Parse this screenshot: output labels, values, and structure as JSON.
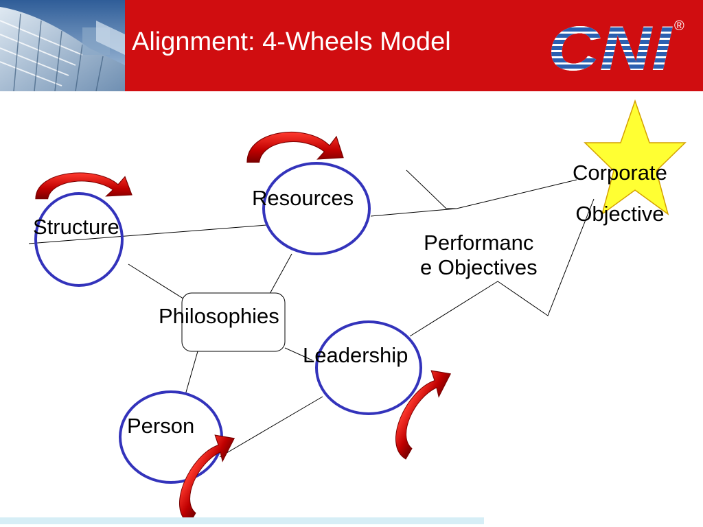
{
  "slide": {
    "title": "Alignment: 4-Wheels Model",
    "logo_text": "CNI",
    "logo_mark": "®"
  },
  "diagram": {
    "nodes": {
      "structure": "Structure",
      "resources": "Resources",
      "philosophies": "Philosophies",
      "leadership": "Leadership",
      "person": "Person"
    },
    "performance_objectives": [
      "Performanc",
      "e Objectives"
    ],
    "corporate_objective": [
      "Corporate",
      "Objective"
    ]
  },
  "colors": {
    "header": "#d00d10",
    "circle_stroke": "#3333bb",
    "arrow_fill": "#c00000",
    "star_fill": "#ffff33",
    "logo_blue": "#2b5fb0",
    "footer_bar": "#d6eef6"
  },
  "icons": [
    "building-photo",
    "cni-logo",
    "rotation-arrow-icon",
    "star-icon"
  ]
}
